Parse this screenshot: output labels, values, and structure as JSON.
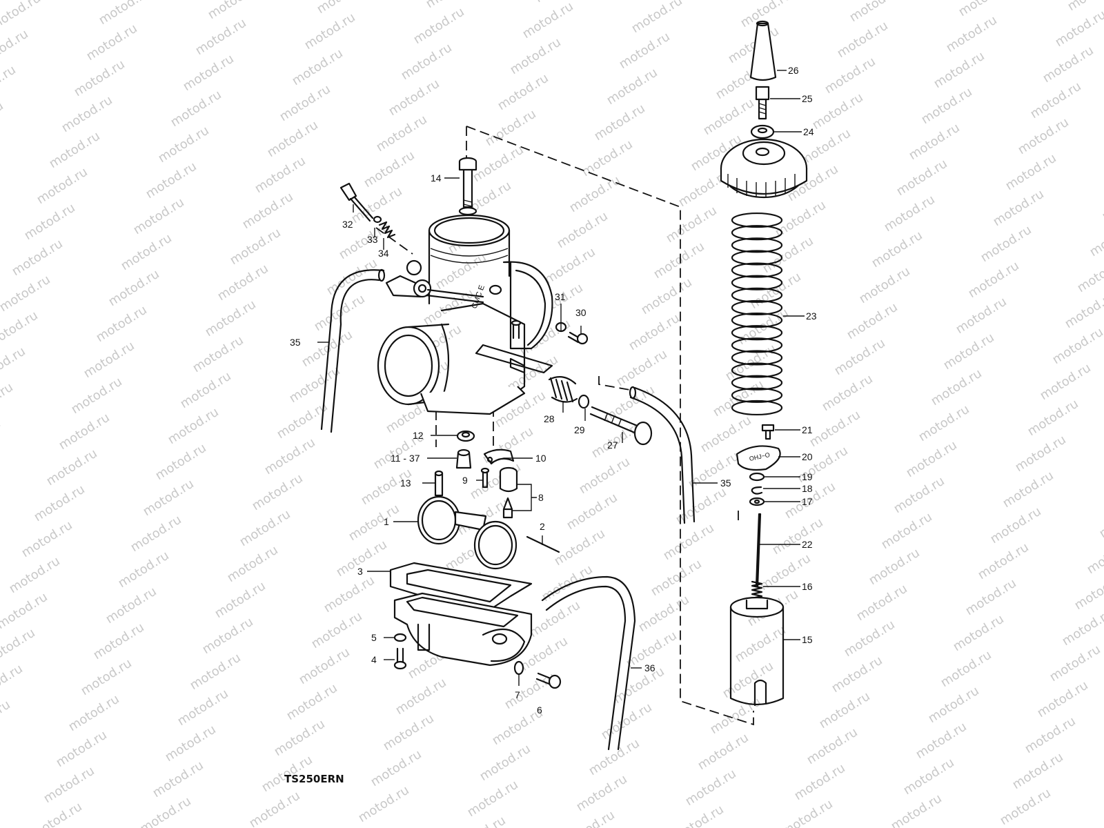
{
  "watermark": {
    "text": "motod.ru"
  },
  "model_code": "TS250ERN",
  "callouts": [
    {
      "id": "1",
      "label": "1"
    },
    {
      "id": "2",
      "label": "2"
    },
    {
      "id": "3",
      "label": "3"
    },
    {
      "id": "4",
      "label": "4"
    },
    {
      "id": "5",
      "label": "5"
    },
    {
      "id": "6",
      "label": "6"
    },
    {
      "id": "7",
      "label": "7"
    },
    {
      "id": "8",
      "label": "8"
    },
    {
      "id": "9",
      "label": "9"
    },
    {
      "id": "10",
      "label": "10"
    },
    {
      "id": "11-37",
      "label": "11 - 37"
    },
    {
      "id": "12",
      "label": "12"
    },
    {
      "id": "13",
      "label": "13"
    },
    {
      "id": "14",
      "label": "14"
    },
    {
      "id": "15",
      "label": "15"
    },
    {
      "id": "16",
      "label": "16"
    },
    {
      "id": "17",
      "label": "17"
    },
    {
      "id": "18",
      "label": "18"
    },
    {
      "id": "19",
      "label": "19"
    },
    {
      "id": "20",
      "label": "20"
    },
    {
      "id": "21",
      "label": "21"
    },
    {
      "id": "22",
      "label": "22"
    },
    {
      "id": "23",
      "label": "23"
    },
    {
      "id": "24",
      "label": "24"
    },
    {
      "id": "25",
      "label": "25"
    },
    {
      "id": "26",
      "label": "26"
    },
    {
      "id": "27",
      "label": "27"
    },
    {
      "id": "28",
      "label": "28"
    },
    {
      "id": "29",
      "label": "29"
    },
    {
      "id": "30",
      "label": "30"
    },
    {
      "id": "31",
      "label": "31"
    },
    {
      "id": "32",
      "label": "32"
    },
    {
      "id": "33",
      "label": "33"
    },
    {
      "id": "34",
      "label": "34"
    },
    {
      "id": "35a",
      "label": "35"
    },
    {
      "id": "35b",
      "label": "35"
    },
    {
      "id": "36",
      "label": "36"
    }
  ]
}
